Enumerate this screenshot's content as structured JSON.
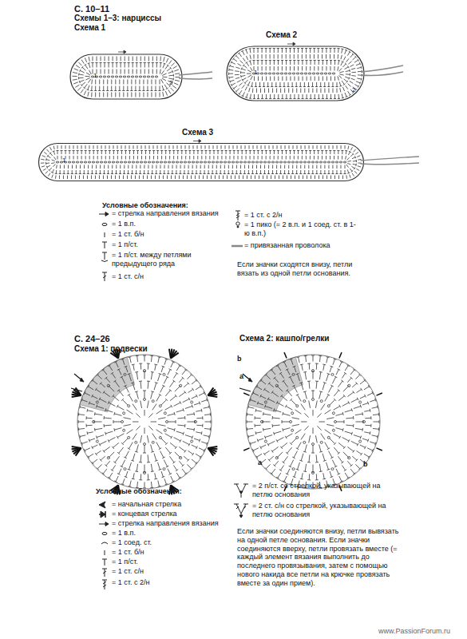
{
  "diagram": {
    "labels": [
      "С. 10–11",
      "Схемы 1–3: нарциссы",
      "Схема 1",
      "Схема 2",
      "1",
      "2",
      "1",
      "2",
      "Схема 3",
      "1",
      "Условные обозначения:",
      "Если значки сходятся внизу, петли вязать из одной петли основания.",
      "С. 24–26",
      "Схема 1: подвески",
      "Схема 2: кашпо/грелки",
      "b",
      "a",
      "a",
      "b",
      "Условные обозначения:",
      "Если значки соединяются внизу, петли вывязать на одной петле основания. Если значки соединяются вверху, петли провязать вместе (= каждый элемент вязания выполнить до последнего провязывания, затем с помощью нового накида все петли на крючке провязать вместе за один прием).",
      "www.PassionForum.ru"
    ],
    "legend": [
      {
        "text": "= стрелка направления вязания"
      },
      {
        "text": "= 1 в.п."
      },
      {
        "text": "= 1 ст. б/н"
      },
      {
        "text": "= 1 п/ст."
      },
      {
        "text": "= 1 п/ст. между петлями предыдущего ряда"
      },
      {
        "text": "= 1 ст. с/н"
      },
      {
        "text": "= 1 ст. с 2/н"
      },
      {
        "text": "= 1 пико (= 2 в.п. и 1 соед. ст. в 1-ю в.п.)"
      },
      {
        "text": "= привязанная проволока"
      },
      {
        "text": "= начальная стрелка"
      },
      {
        "text": "= концевая стрелка"
      },
      {
        "text": "= стрелка направления вязания"
      },
      {
        "text": "= 1 в.п."
      },
      {
        "text": "= 1 соед. ст."
      },
      {
        "text": "= 1 ст. б/н"
      },
      {
        "text": "= 1 п/ст."
      },
      {
        "text": "= 1 ст. с/н"
      },
      {
        "text": "= 1 ст. с 2/н"
      },
      {
        "text": "= 2 п/ст. со стрелкой, указывающей на петлю основания"
      },
      {
        "text": "= 2 ст. с/н со стрелкой, указывающей на петлю основания"
      }
    ]
  }
}
